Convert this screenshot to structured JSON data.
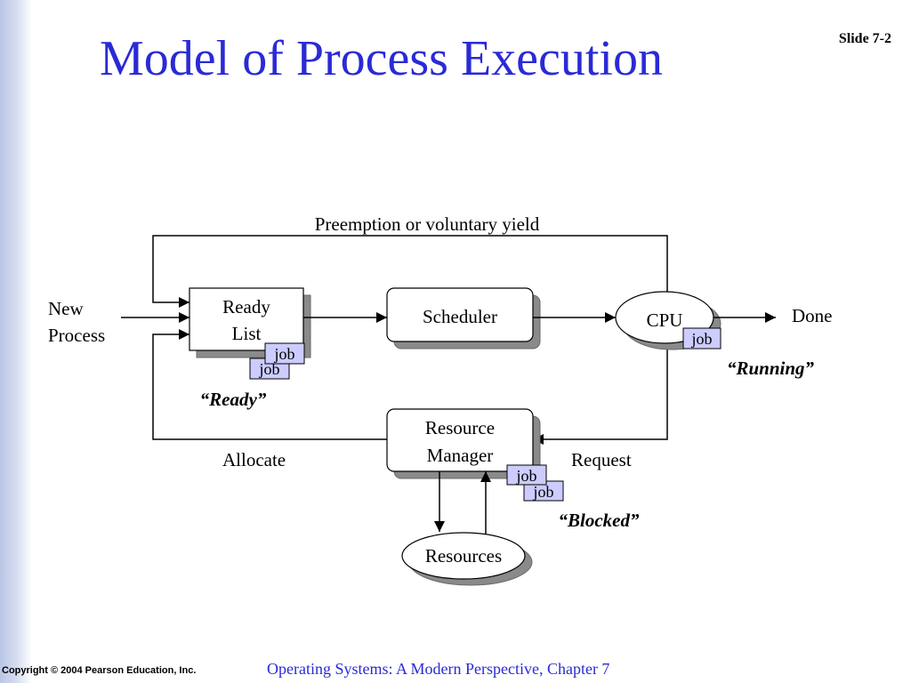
{
  "slide": {
    "title": "Model of Process Execution",
    "number": "Slide 7-2",
    "footer_copyright": "Copyright © 2004 Pearson Education, Inc.",
    "footer_book": "Operating Systems: A Modern Perspective, Chapter 7"
  },
  "diagram": {
    "preemption_label": "Preemption or voluntary yield",
    "new_process_line1": "New",
    "new_process_line2": "Process",
    "ready_list_line1": "Ready",
    "ready_list_line2": "List",
    "scheduler": "Scheduler",
    "cpu": "CPU",
    "done": "Done",
    "resource_manager_line1": "Resource",
    "resource_manager_line2": "Manager",
    "resources": "Resources",
    "allocate": "Allocate",
    "request": "Request",
    "job": "job",
    "state_ready": "“Ready”",
    "state_running": "“Running”",
    "state_blocked": "“Blocked”"
  },
  "colors": {
    "title": "#2a2ad6",
    "job_fill": "#ccccff",
    "shadow": "#8a8a8a"
  }
}
